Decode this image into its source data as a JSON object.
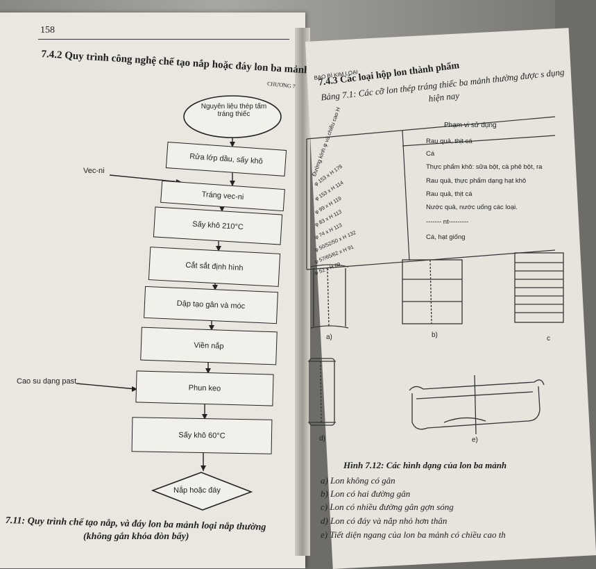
{
  "left": {
    "page_number": "158",
    "section_title": "7.4.2 Quy trình công nghệ chế tạo nắp hoặc đáy lon ba mảnh",
    "header_right": "CHƯƠNG 7",
    "flow": {
      "start": "Nguyên liệu thép tấm tráng thiếc",
      "steps": [
        "Rửa lớp dầu, sấy khô",
        "Tráng vec-ni",
        "Sấy khô 210°C",
        "Cắt sắt định hình",
        "Dập tạo gân và móc",
        "Viền nắp",
        "Phun keo",
        "Sấy khô 60°C"
      ],
      "end": "Nắp hoặc đáy",
      "input_varnish": "Vec-ni",
      "input_rubber": "Cao su dạng past"
    },
    "caption_line1": "7.11: Quy trình chế tạo nắp, và đáy lon ba mảnh loại nắp thường",
    "caption_line2": "(không gắn khóa đòn bẩy)"
  },
  "right": {
    "header": "BAO BÌ KIM LOẠI",
    "section": "7.4.3 Các loại hộp lon thành phẩm",
    "table_caption": "Bảng 7.1: Các cỡ lon thép tráng thiếc ba mảnh thường được s dụng hiện nay",
    "col1_header": "Đường kính φ và chiều cao H",
    "col2_header": "Phạm vi sử dụng",
    "rows": [
      {
        "size": "φ 153 x H 178",
        "use": "Rau quả, thịt cá"
      },
      {
        "size": "φ 153 x H 114",
        "use": "Cá"
      },
      {
        "size": "φ 99 x H 119",
        "use": "Thực phẩm khô: sữa bột, cà phê bột, ra"
      },
      {
        "size": "φ 83 x H 113",
        "use": "Rau quả, thực phẩm dạng hạt khô"
      },
      {
        "size": "φ 74 x H 113",
        "use": "Rau quả, thịt cá"
      },
      {
        "size": "φ 50/52/50 x H 132",
        "use": "Nước quả, nước uống các loại."
      },
      {
        "size": "φ 57/65/62 x H 91",
        "use": "------- nt---------"
      },
      {
        "size": "φ 52 x H 89",
        "use": "Cá, hạt giống"
      }
    ],
    "fig_labels": [
      "a)",
      "b)",
      "c",
      "d)",
      "e)"
    ],
    "fig_caption": "Hình 7.12: Các hình dạng của lon ba mảnh",
    "fig_items": [
      "a) Lon không có gân",
      "b) Lon có hai đường gân",
      "c) Lon có nhiều đường gân gợn sóng",
      "d) Lon có đáy và nắp nhỏ hơn thân",
      "e) Tiết diện ngang của lon ba mảnh có chiều cao th"
    ]
  }
}
